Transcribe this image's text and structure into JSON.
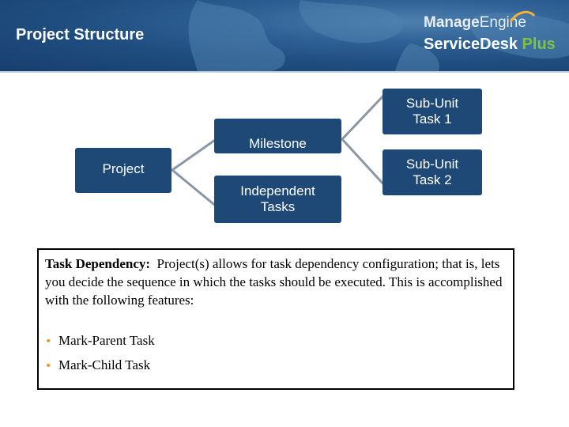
{
  "header": {
    "title": "Project Structure",
    "logo_top_left": "Manage",
    "logo_top_right": "Engine",
    "logo_bottom_main": "ServiceDesk",
    "logo_bottom_accent": "Plus"
  },
  "diagram": {
    "nodes": {
      "project": "Project",
      "milestone": "Milestone",
      "independent_line1": "Independent",
      "independent_line2": "Tasks",
      "sub1_line1": "Sub-Unit",
      "sub1_line2": "Task 1",
      "sub2_line1": "Sub-Unit",
      "sub2_line2": "Task 2"
    }
  },
  "note": {
    "heading": "Task Dependency:",
    "body": "Project(s) allows for  task dependency configuration; that is, lets you decide the sequence in which the tasks should be executed. This is accomplished with the following features:",
    "bullets": [
      "Mark-Parent Task",
      "Mark-Child Task"
    ]
  },
  "colors": {
    "node_fill": "#1e4976",
    "banner": "#2f6196",
    "bullet": "#f7941d",
    "logo_accent": "#7ec242"
  }
}
